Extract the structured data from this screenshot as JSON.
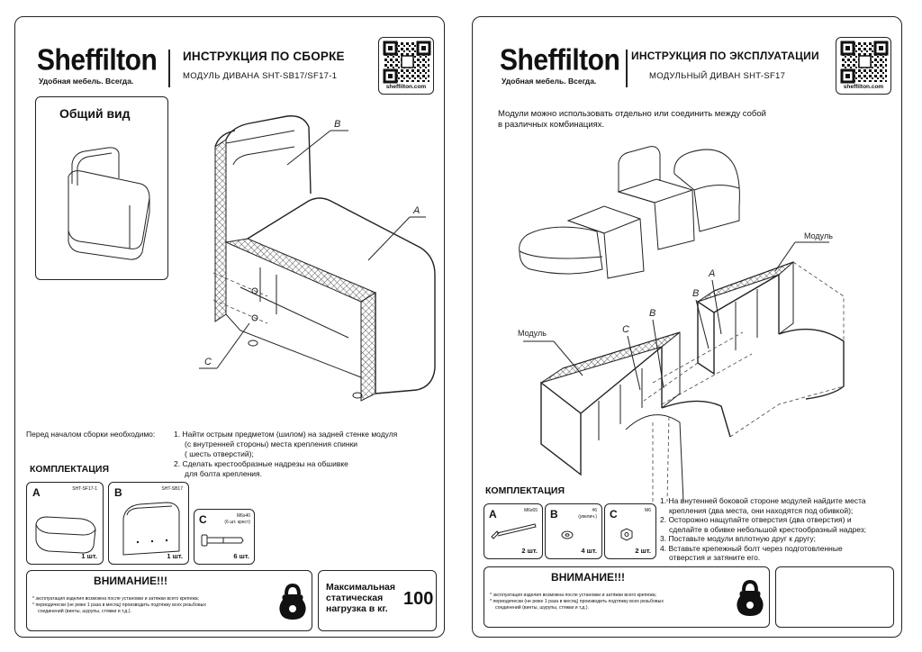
{
  "brand": {
    "logo": "Sheffilton",
    "slogan": "Удобная мебель. Всегда.",
    "url": "sheffilton.com"
  },
  "left": {
    "title": "ИНСТРУКЦИЯ ПО СБОРКЕ",
    "subtitle": "МОДУЛЬ ДИВАНА SHT-SB17/SF17-1",
    "general_view": "Общий вид",
    "labels": {
      "a": "A",
      "b": "B",
      "c": "C"
    },
    "pre_text": "Перед началом сборки необходимо:",
    "steps": [
      "1. Найти острым предметом (шилом) на задней стенке модуля",
      "(с внутренней стороны) места крепления спинки",
      "( шесть отверстий);",
      "2. Сделать крестообразные надрезы на обшивке",
      "для болта крепления."
    ],
    "kit_title": "КОМПЛЕКТАЦИЯ",
    "kit": [
      {
        "letter": "A",
        "code": "SHT-SF17-1",
        "qty": "1 шт."
      },
      {
        "letter": "B",
        "code": "SHT-SB17",
        "qty": "1 шт."
      },
      {
        "letter": "C",
        "code": "M6x40",
        "code2": "(6 шт. крест)",
        "qty": "6 шт."
      }
    ],
    "warning_title": "ВНИМАНИЕ!!!",
    "warning_lines": [
      "* эксплуатация изделия возможна после установки и затяжки всего крепежа;",
      "* периодически (не реже 1 раза в месяц) производить подтяжку всех резьбовых",
      "соединений (винты, шурупы, стяжки и т.д.)."
    ],
    "load_label_lines": [
      "Максимальная",
      "статическая",
      "нагрузка в кг."
    ],
    "load_value": "100"
  },
  "right": {
    "title": "ИНСТРУКЦИЯ ПО ЭКСПЛУАТАЦИИ",
    "subtitle": "МОДУЛЬНЫЙ ДИВАН SHT-SF17",
    "intro": [
      "Модули можно использовать отдельно или соединить между собой",
      "в различных комбинациях."
    ],
    "labels": {
      "module1": "Модуль",
      "module2": "Модуль",
      "a": "A",
      "b1": "B",
      "b2": "B",
      "c": "C"
    },
    "kit_title": "КОМПЛЕКТАЦИЯ",
    "kit": [
      {
        "letter": "A",
        "code": "M6x65",
        "qty": "2 шт."
      },
      {
        "letter": "B",
        "code": "#6",
        "code2": "(увелич.)",
        "qty": "4 шт."
      },
      {
        "letter": "C",
        "code": "M6",
        "qty": "2 шт."
      }
    ],
    "steps": [
      "1. На внутенней боковой стороне модулей найдите места",
      "крепления (два места, они находятся под обивкой);",
      "2. Осторожно нащупайте отверстия (два отверстия) и",
      "сделайте в обивке небольшой крестообразный надрез;",
      "3. Поставьте модули вплотную друг к другу;",
      "4. Вставьте крепежный болт через подготовленные",
      "отверстия и затяните его."
    ],
    "warning_title": "ВНИМАНИЕ!!!",
    "warning_lines": [
      "* эксплуатация изделия возможна после установки и затяжки всего крепежа;",
      "* периодически (не реже 1 раза в месяц) производить подтяжку всех резьбовых",
      "соединений (винты, шурупы, стяжки и т.д.)."
    ]
  }
}
